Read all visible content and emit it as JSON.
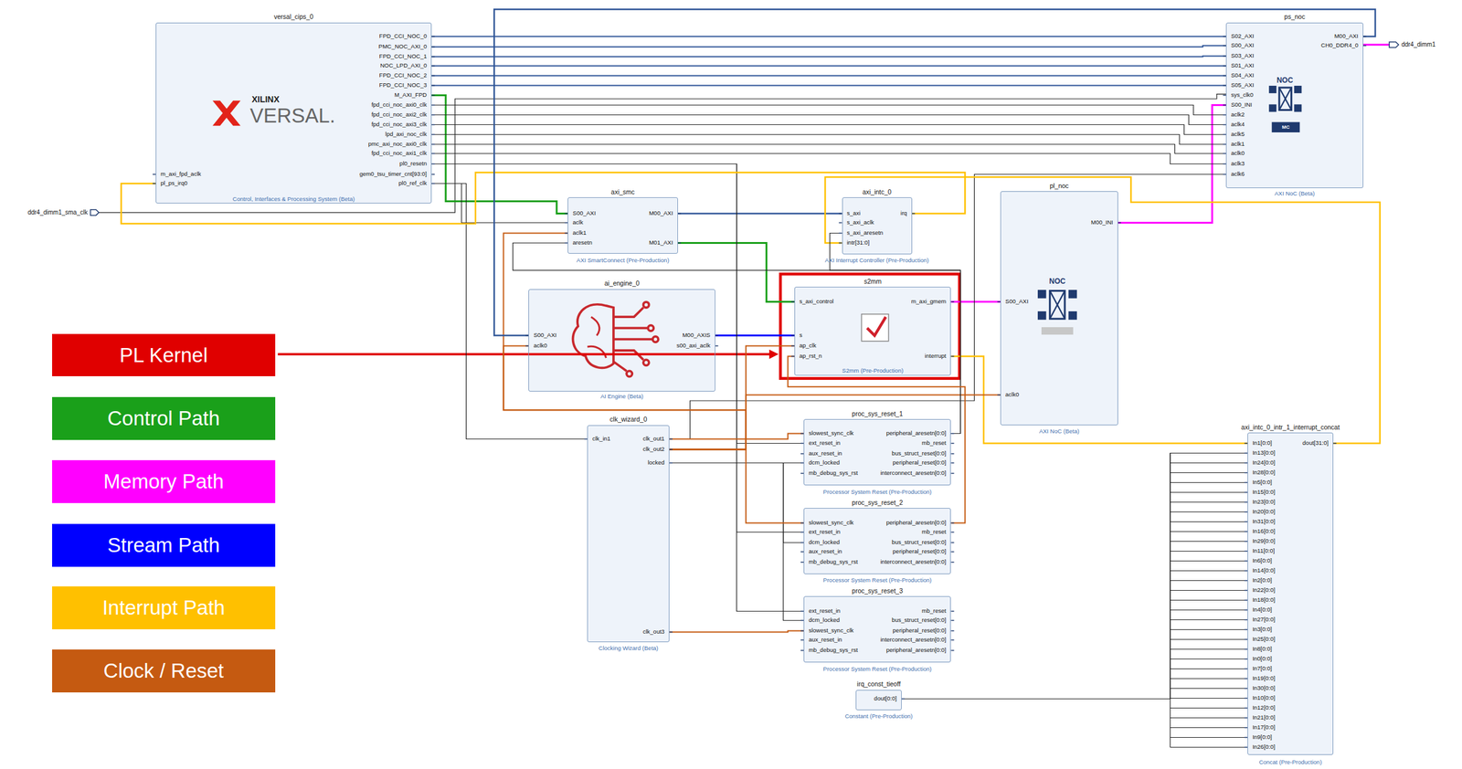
{
  "diagram": {
    "nodes": [
      {
        "text": [
          "versal_cips_0",
          "m_axi_fpd_aclk",
          "pl_ps_irq0",
          "FPD_CCI_NOC_0",
          "PMC_NOC_AXI_0",
          "FPD_CCI_NOC_1",
          "NOC_LPD_AXI_0",
          "FPD_CCI_NOC_2",
          "FPD_CCI_NOC_3",
          "M_AXI_FPD",
          "fpd_cci_noc_axi0_clk",
          "fpd_cci_noc_axi2_clk",
          "fpd_cci_noc_axi3_clk",
          "lpd_axi_noc_clk",
          "pmc_axi_noc_axi0_clk",
          "fpd_cci_noc_axi1_clk",
          "pl0_resetn",
          "gem0_tsu_timer_cnt[93:0]",
          "pl0_ref_clk",
          "Control, Interfaces & Processing System (Beta)"
        ]
      },
      {
        "text": [
          "ps_noc",
          "S02_AXI",
          "S00_AXI",
          "S03_AXI",
          "S01_AXI",
          "S04_AXI",
          "S05_AXI",
          "sys_clk0",
          "S00_INI",
          "aclk2",
          "aclk4",
          "aclk5",
          "aclk1",
          "aclk0",
          "aclk3",
          "aclk6",
          "M00_AXI",
          "CH0_DDR4_0",
          "AXI NoC (Beta)"
        ]
      },
      {
        "text": [
          "axi_smc",
          "S00_AXI",
          "aclk",
          "aclk1",
          "aresetn",
          "M00_AXI",
          "M01_AXI",
          "AXI SmartConnect (Pre-Production)"
        ]
      },
      {
        "text": [
          "axi_intc_0",
          "s_axi",
          "s_axi_aclk",
          "s_axi_aresetn",
          "intr[31:0]",
          "irq",
          "AXI Interrupt Controller (Pre-Production)"
        ]
      },
      {
        "text": [
          "pl_noc",
          "S00_AXI",
          "aclk0",
          "M00_INI",
          "AXI NoC (Beta)"
        ]
      },
      {
        "text": [
          "ai_engine_0",
          "S00_AXI",
          "aclk0",
          "M00_AXIS",
          "s00_axi_aclk",
          "AI Engine (Beta)"
        ]
      },
      {
        "text": [
          "s2mm",
          "s_axi_control",
          "s",
          "ap_clk",
          "ap_rst_n",
          "m_axi_gmem",
          "interrupt",
          "S2mm (Pre-Production)"
        ]
      },
      {
        "text": [
          "clk_wizard_0",
          "clk_in1",
          "clk_out1",
          "clk_out2",
          "locked",
          "clk_out3",
          "Clocking Wizard (Beta)"
        ]
      },
      {
        "text": [
          "proc_sys_reset_1",
          "slowest_sync_clk",
          "ext_reset_in",
          "aux_reset_in",
          "dcm_locked",
          "mb_debug_sys_rst",
          "peripheral_aresetn[0:0]",
          "mb_reset",
          "bus_struct_reset[0:0]",
          "peripheral_reset[0:0]",
          "interconnect_aresetn[0:0]",
          "Processor System Reset (Pre-Production)"
        ]
      },
      {
        "text": [
          "proc_sys_reset_2",
          "slowest_sync_clk",
          "ext_reset_in",
          "dcm_locked",
          "aux_reset_in",
          "mb_debug_sys_rst",
          "peripheral_aresetn[0:0]",
          "mb_reset",
          "bus_struct_reset[0:0]",
          "peripheral_reset[0:0]",
          "interconnect_aresetn[0:0]",
          "Processor System Reset (Pre-Production)"
        ]
      },
      {
        "text": [
          "proc_sys_reset_3",
          "ext_reset_in",
          "dcm_locked",
          "slowest_sync_clk",
          "aux_reset_in",
          "mb_debug_sys_rst",
          "mb_reset",
          "bus_struct_reset[0:0]",
          "peripheral_reset[0:0]",
          "interconnect_aresetn[0:0]",
          "peripheral_aresetn[0:0]",
          "Processor System Reset (Pre-Production)"
        ]
      },
      {
        "text": [
          "irq_const_tieoff",
          "dout[0:0]",
          "Constant (Pre-Production)"
        ]
      },
      {
        "text": [
          "axi_intc_0_intr_1_interrupt_concat",
          "In1[0:0]",
          "In13[0:0]",
          "In24[0:0]",
          "In28[0:0]",
          "In5[0:0]",
          "In15[0:0]",
          "In23[0:0]",
          "In20[0:0]",
          "In31[0:0]",
          "In16[0:0]",
          "In29[0:0]",
          "In11[0:0]",
          "In6[0:0]",
          "In14[0:0]",
          "In2[0:0]",
          "In22[0:0]",
          "In18[0:0]",
          "In4[0:0]",
          "In27[0:0]",
          "In3[0:0]",
          "In25[0:0]",
          "In8[0:0]",
          "In0[0:0]",
          "In7[0:0]",
          "In19[0:0]",
          "In30[0:0]",
          "In10[0:0]",
          "In12[0:0]",
          "In21[0:0]",
          "In17[0:0]",
          "In9[0:0]",
          "In26[0:0]",
          "dout[31:0]",
          "Concat (Pre-Production)"
        ]
      }
    ],
    "edges": [
      {
        "from": 0,
        "to": 2,
        "arrow": "none"
      },
      {
        "from": 2,
        "to": 6,
        "arrow": "none"
      },
      {
        "from": 2,
        "to": 3,
        "arrow": "none"
      },
      {
        "from": 5,
        "to": 6,
        "arrow": "none"
      },
      {
        "from": 6,
        "to": 4,
        "arrow": "none"
      },
      {
        "from": 4,
        "to": 1,
        "arrow": "none"
      },
      {
        "from": 0,
        "to": 1,
        "arrow": "none"
      },
      {
        "from": 0,
        "to": 1,
        "arrow": "none"
      },
      {
        "from": 0,
        "to": 1,
        "arrow": "none"
      },
      {
        "from": 0,
        "to": 1,
        "arrow": "none"
      },
      {
        "from": 0,
        "to": 1,
        "arrow": "none"
      },
      {
        "from": 0,
        "to": 1,
        "arrow": "none"
      },
      {
        "from": 0,
        "to": 1,
        "arrow": "none"
      },
      {
        "from": 0,
        "to": 1,
        "arrow": "none"
      },
      {
        "from": 0,
        "to": 1,
        "arrow": "none"
      },
      {
        "from": 0,
        "to": 1,
        "arrow": "none"
      },
      {
        "from": 0,
        "to": 1,
        "arrow": "none"
      },
      {
        "from": 0,
        "to": 1,
        "arrow": "none"
      },
      {
        "from": 7,
        "to": 1,
        "arrow": "none"
      },
      {
        "from": 0,
        "to": 7,
        "arrow": "none"
      },
      {
        "from": 0,
        "to": 2,
        "arrow": "none"
      },
      {
        "from": 0,
        "to": 8,
        "arrow": "none"
      },
      {
        "from": 0,
        "to": 9,
        "arrow": "none"
      },
      {
        "from": 0,
        "to": 10,
        "arrow": "none"
      },
      {
        "from": 3,
        "to": 0,
        "arrow": "none"
      },
      {
        "from": 12,
        "to": 3,
        "arrow": "none"
      },
      {
        "from": 6,
        "to": 12,
        "arrow": "none"
      },
      {
        "from": 11,
        "to": 12,
        "arrow": "none"
      },
      {
        "from": 7,
        "to": 8,
        "arrow": "none"
      },
      {
        "from": 7,
        "to": 9,
        "arrow": "none"
      },
      {
        "from": 7,
        "to": 10,
        "arrow": "none"
      },
      {
        "from": 7,
        "to": 2,
        "arrow": "none"
      },
      {
        "from": 7,
        "to": 5,
        "arrow": "none"
      },
      {
        "from": 7,
        "to": 6,
        "arrow": "none"
      },
      {
        "from": 7,
        "to": 9,
        "arrow": "none"
      },
      {
        "from": 7,
        "to": 4,
        "arrow": "none"
      },
      {
        "from": 7,
        "to": 8,
        "arrow": "none"
      },
      {
        "from": 7,
        "to": 10,
        "arrow": "none"
      },
      {
        "from": 8,
        "to": 2,
        "arrow": "none"
      },
      {
        "from": 8,
        "to": 3,
        "arrow": "none"
      },
      {
        "from": 9,
        "to": 6,
        "arrow": "none"
      },
      {
        "from": 1,
        "to": 5,
        "arrow": "none"
      }
    ],
    "labels": [
      "ddr4_dimm1_sma_clk",
      "ddr4_dimm1",
      "XILINX",
      "VERSAL.",
      "NOC",
      "MC",
      "NOC"
    ],
    "legend": [
      {
        "text": "PL Kernel",
        "color": "#e00000"
      },
      {
        "text": "Control Path",
        "color": "#1aa01a"
      },
      {
        "text": "Memory Path",
        "color": "#ff00ff"
      },
      {
        "text": "Stream Path",
        "color": "#0000ff"
      },
      {
        "text": "Interrupt Path",
        "color": "#ffc000"
      },
      {
        "text": "Clock / Reset",
        "color": "#c55a11"
      }
    ]
  }
}
